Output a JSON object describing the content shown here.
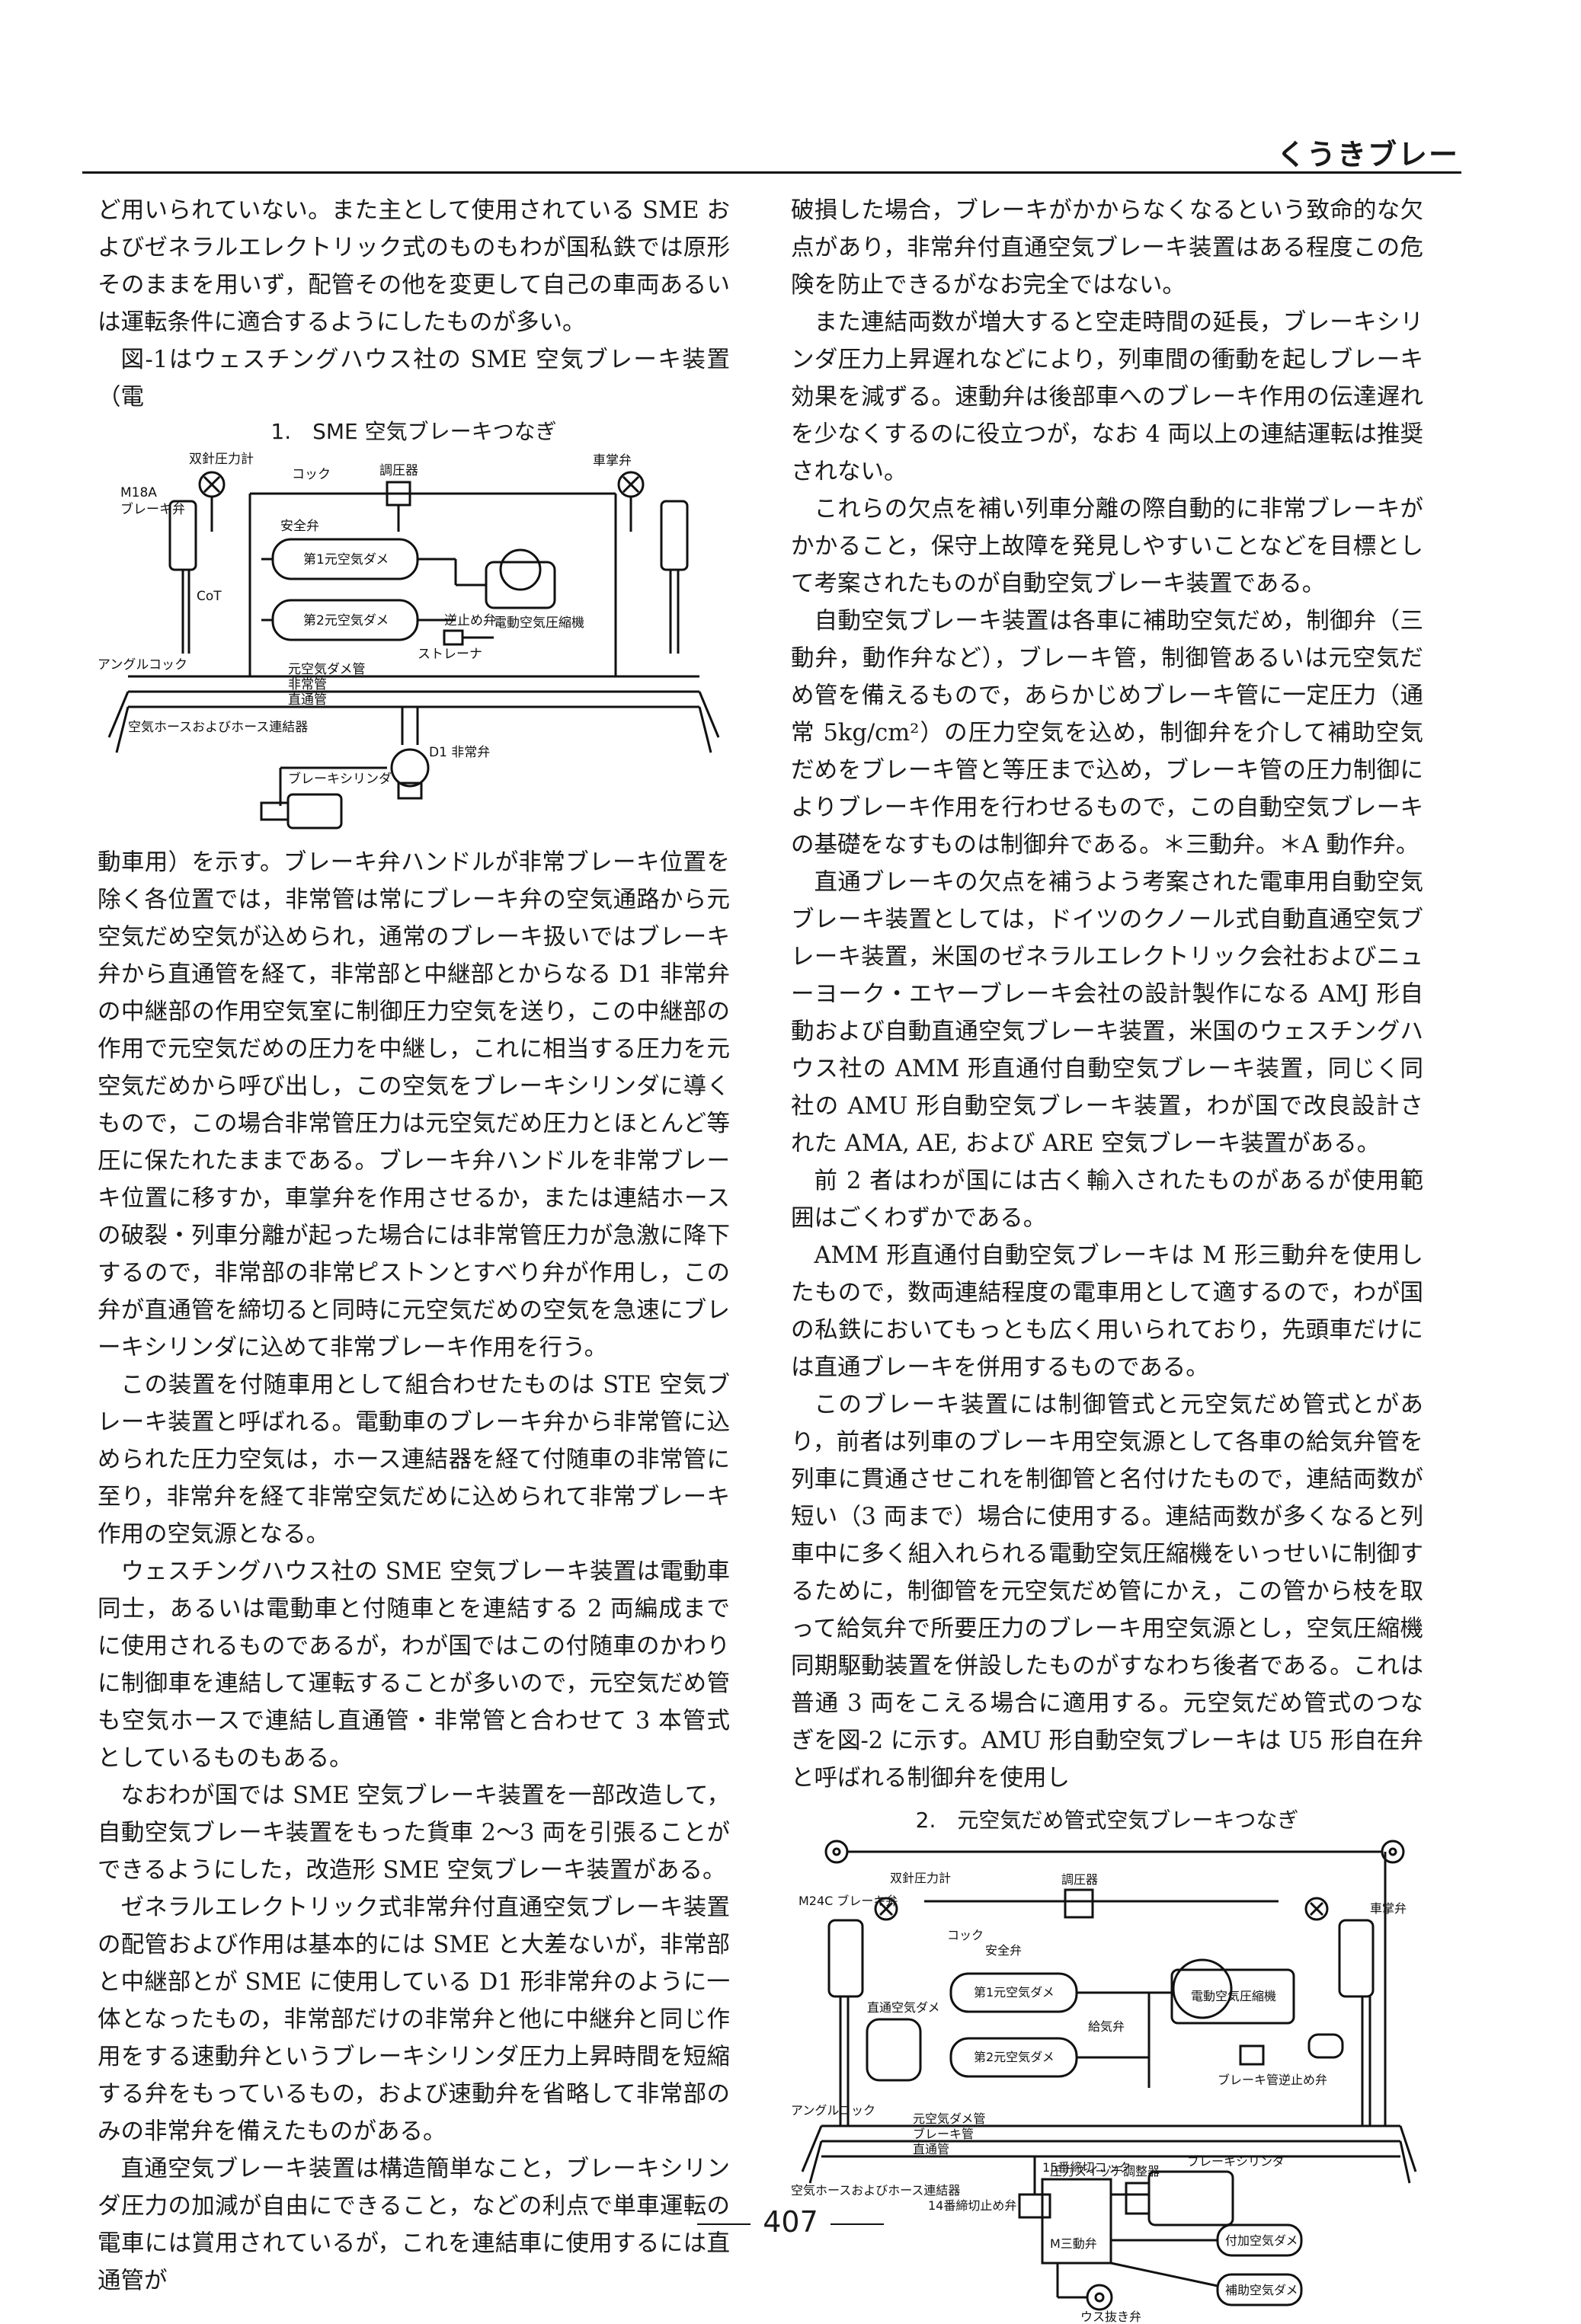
{
  "header": {
    "title": "くうきブレー"
  },
  "left_column": {
    "para1": "ど用いられていない。また主として使用されている SME およびゼネラルエレクトリック式のものもわが国私鉄では原形そのままを用いず，配管その他を変更して自己の車両あるいは運転条件に適合するようにしたものが多い。",
    "para2": "図-1はウェスチングハウス社の SME 空気ブレーキ装置（電",
    "fig1_title": "1.　SME 空気ブレーキつなぎ",
    "fig1_labels": {
      "m18a": "M18A",
      "brake_valve": "ブレーキ弁",
      "duplex_gauge": "双針圧力計",
      "cock": "コック",
      "governor": "調圧器",
      "emergency_valve": "車掌弁",
      "safety_valve": "安全弁",
      "reservoir1": "第1元空気ダメ",
      "reservoir2": "第2元空気ダメ",
      "compressor": "電動空気圧縮機",
      "check_valve": "逆止め弁",
      "filter": "ストレーナ",
      "main_pipe": "元空気ダメ管",
      "emergency_pipe": "非常管",
      "straight_pipe": "直通管",
      "angle_cock": "アングルコック",
      "hose": "空気ホースおよびホース連結器",
      "d1_valve": "D1 非常弁",
      "brake_cylinder": "ブレーキシリンダ",
      "cut_cock": "CoT"
    },
    "para3": "動車用）を示す。ブレーキ弁ハンドルが非常ブレーキ位置を除く各位置では，非常管は常にブレーキ弁の空気通路から元空気だめ空気が込められ，通常のブレーキ扱いではブレーキ弁から直通管を経て，非常部と中継部とからなる D1 非常弁の中継部の作用空気室に制御圧力空気を送り，この中継部の作用で元空気だめの圧力を中継し，これに相当する圧力を元空気だめから呼び出し，この空気をブレーキシリンダに導くもので，この場合非常管圧力は元空気だめ圧力とほとんど等圧に保たれたままである。ブレーキ弁ハンドルを非常ブレーキ位置に移すか，車掌弁を作用させるか，または連結ホースの破裂・列車分離が起った場合には非常管圧力が急激に降下するので，非常部の非常ピストンとすべり弁が作用し，この弁が直通管を締切ると同時に元空気だめの空気を急速にブレーキシリンダに込めて非常ブレーキ作用を行う。",
    "para4": "この装置を付随車用として組合わせたものは STE 空気ブレーキ装置と呼ばれる。電動車のブレーキ弁から非常管に込められた圧力空気は，ホース連結器を経て付随車の非常管に至り，非常弁を経て非常空気だめに込められて非常ブレーキ作用の空気源となる。",
    "para5": "ウェスチングハウス社の SME 空気ブレーキ装置は電動車同士，あるいは電動車と付随車とを連結する 2 両編成までに使用されるものであるが，わが国ではこの付随車のかわりに制御車を連結して運転することが多いので，元空気だめ管も空気ホースで連結し直通管・非常管と合わせて 3 本管式としているものもある。",
    "para6": "なおわが国では SME 空気ブレーキ装置を一部改造して，自動空気ブレーキ装置をもった貨車 2〜3 両を引張ることができるようにした，改造形 SME 空気ブレーキ装置がある。",
    "para7": "ゼネラルエレクトリック式非常弁付直通空気ブレーキ装置の配管および作用は基本的には SME と大差ないが，非常部と中継部とが SME に使用している D1 形非常弁のように一体となったもの，非常部だけの非常弁と他に中継弁と同じ作用をする速動弁というブレーキシリンダ圧力上昇時間を短縮する弁をもっているもの，および速動弁を省略して非常部のみの非常弁を備えたものがある。",
    "para8": "直通空気ブレーキ装置は構造簡単なこと，ブレーキシリンダ圧力の加減が自由にできること，などの利点で単車運転の電車には賞用されているが，これを連結車に使用するには直通管が"
  },
  "right_column": {
    "para1": "破損した場合，ブレーキがかからなくなるという致命的な欠点があり，非常弁付直通空気ブレーキ装置はある程度この危険を防止できるがなお完全ではない。",
    "para2": "また連結両数が増大すると空走時間の延長，ブレーキシリンダ圧力上昇遅れなどにより，列車間の衝動を起しブレーキ効果を減ずる。速動弁は後部車へのブレーキ作用の伝達遅れを少なくするのに役立つが，なお 4 両以上の連結運転は推奨されない。",
    "para3": "これらの欠点を補い列車分離の際自動的に非常ブレーキがかかること，保守上故障を発見しやすいことなどを目標として考案されたものが自動空気ブレーキ装置である。",
    "para4": "自動空気ブレーキ装置は各車に補助空気だめ，制御弁（三動弁，動作弁など），ブレーキ管，制御管あるいは元空気だめ管を備えるもので，あらかじめブレーキ管に一定圧力（通常 5kg/cm²）の圧力空気を込め，制御弁を介して補助空気だめをブレーキ管と等圧まで込め，ブレーキ管の圧力制御によりブレーキ作用を行わせるもので，この自動空気ブレーキの基礎をなすものは制御弁である。＊三動弁。＊A 動作弁。",
    "para5": "直通ブレーキの欠点を補うよう考案された電車用自動空気ブレーキ装置としては，ドイツのクノール式自動直通空気ブレーキ装置，米国のゼネラルエレクトリック会社およびニューヨーク・エヤーブレーキ会社の設計製作になる AMJ 形自動および自動直通空気ブレーキ装置，米国のウェスチングハウス社の AMM 形直通付自動空気ブレーキ装置，同じく同社の AMU 形自動空気ブレーキ装置，わが国で改良設計された AMA, AE, および ARE 空気ブレーキ装置がある。",
    "para6": "前 2 者はわが国には古く輸入されたものがあるが使用範囲はごくわずかである。",
    "para7": "AMM 形直通付自動空気ブレーキは M 形三動弁を使用したもので，数両連結程度の電車用として適するので，わが国の私鉄においてもっとも広く用いられており，先頭車だけには直通ブレーキを併用するものである。",
    "para8": "このブレーキ装置には制御管式と元空気だめ管式とがあり，前者は列車のブレーキ用空気源として各車の給気弁管を列車に貫通させこれを制御管と名付けたもので，連結両数が短い（3 両まで）場合に使用する。連結両数が多くなると列車中に多く組入れられる電動空気圧縮機をいっせいに制御するために，制御管を元空気だめ管にかえ，この管から枝を取って給気弁で所要圧力のブレーキ用空気源とし，空気圧縮機同期駆動装置を併設したものがすなわち後者である。これは普通 3 両をこえる場合に適用する。元空気だめ管式のつなぎを図-2 に示す。AMU 形自動空気ブレーキは U5 形自在弁と呼ばれる制御弁を使用し",
    "fig2_title": "2.　元空気だめ管式空気ブレーキつなぎ",
    "fig2_labels": {
      "gauge": "双針圧力計",
      "m24c": "M24C ブレーキ弁",
      "cock": "コック",
      "emergency_valve": "車掌弁",
      "governor": "調圧器",
      "safety_valve": "安全弁",
      "reservoir1": "第1元空気ダメ",
      "reservoir2": "第2元空気ダメ",
      "compressor": "電動空気圧縮機",
      "feed_valve": "給気弁",
      "dc_reservoir": "直通空気ダメ",
      "brake_pipe_check": "ブレーキ管逆止め弁",
      "angle_cock": "アングルコック",
      "main_pipe": "元空気ダメ管",
      "brake_pipe": "ブレーキ管",
      "straight_pipe": "直通管",
      "hose": "空気ホースおよびホース連結器",
      "cut_cock": "15番締切コック",
      "relay_valve": "14番締切止め弁",
      "pressure_switch": "圧力スイッチ調整器",
      "brake_cylinder": "ブレーキシリンダ",
      "triple_valve": "M三動弁",
      "aux_reservoir": "付加空気ダメ",
      "supply_reservoir": "補助空気ダメ",
      "drain": "ウス抜き弁"
    }
  },
  "page_number": "407"
}
